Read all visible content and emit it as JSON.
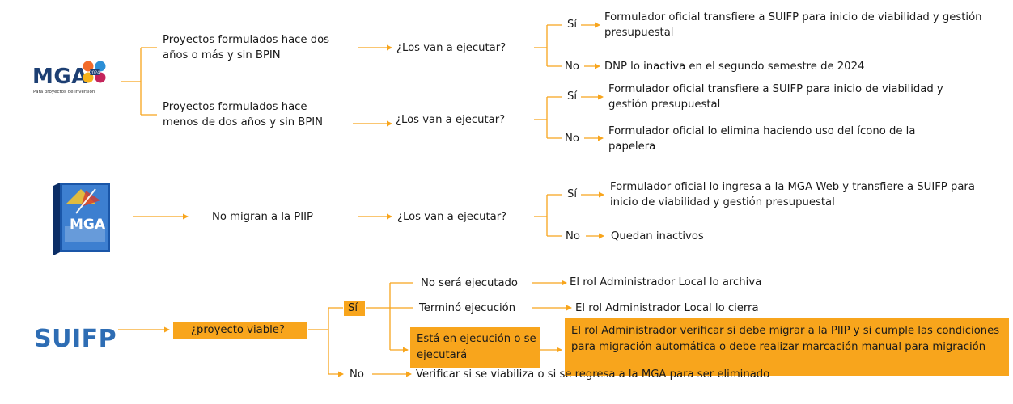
{
  "colors": {
    "arrow": "#f8a51c",
    "box": "#f8a51c",
    "mga_blue": "#1d3f73",
    "suifp_blue": "#2e6db4"
  },
  "mga": {
    "logo_text": "MGA",
    "logo_badge": "2024",
    "logo_subtitle": "Para proyectos de inversión",
    "branch1": {
      "label": "Proyectos formulados hace dos años o más y sin BPIN",
      "question": "¿Los van a ejecutar?",
      "yes_label": "Sí",
      "yes_text": "Formulador oficial transfiere a SUIFP para inicio de viabilidad y gestión presupuestal",
      "no_label": "No",
      "no_text": "DNP lo inactiva en el segundo semestre de 2024"
    },
    "branch2": {
      "label": "Proyectos formulados hace menos de dos años y sin BPIN",
      "question": "¿Los van a ejecutar?",
      "yes_label": "Sí",
      "yes_text": "Formulador oficial transfiere a SUIFP para inicio de viabilidad y gestión presupuestal",
      "no_label": "No",
      "no_text": "Formulador oficial lo elimina haciendo uso del ícono de la papelera"
    }
  },
  "mga_desktop": {
    "box_title": "MGA",
    "label": "No migran a la PIIP",
    "question": "¿Los van a ejecutar?",
    "yes_label": "Sí",
    "yes_text": "Formulador oficial lo ingresa a la MGA Web y transfiere a SUIFP para inicio de viabilidad y gestión presupuestal",
    "no_label": "No",
    "no_text": "Quedan inactivos"
  },
  "suifp": {
    "logo_text": "SUIFP",
    "question": "¿proyecto viable?",
    "yes_label": "Sí",
    "opt1": "No será ejecutado",
    "opt1_result": "El rol Administrador Local lo archiva",
    "opt2": "Terminó ejecución",
    "opt2_result": "El rol Administrador Local lo cierra",
    "opt3": "Está en ejecución o se ejecutará",
    "opt3_result": "El rol Administrador verificar si debe migrar a la PIIP y si cumple las condiciones para migración automática o debe realizar marcación manual para migración",
    "no_label": "No",
    "no_result": "Verificar si se viabiliza o si se regresa a la MGA para ser eliminado"
  }
}
